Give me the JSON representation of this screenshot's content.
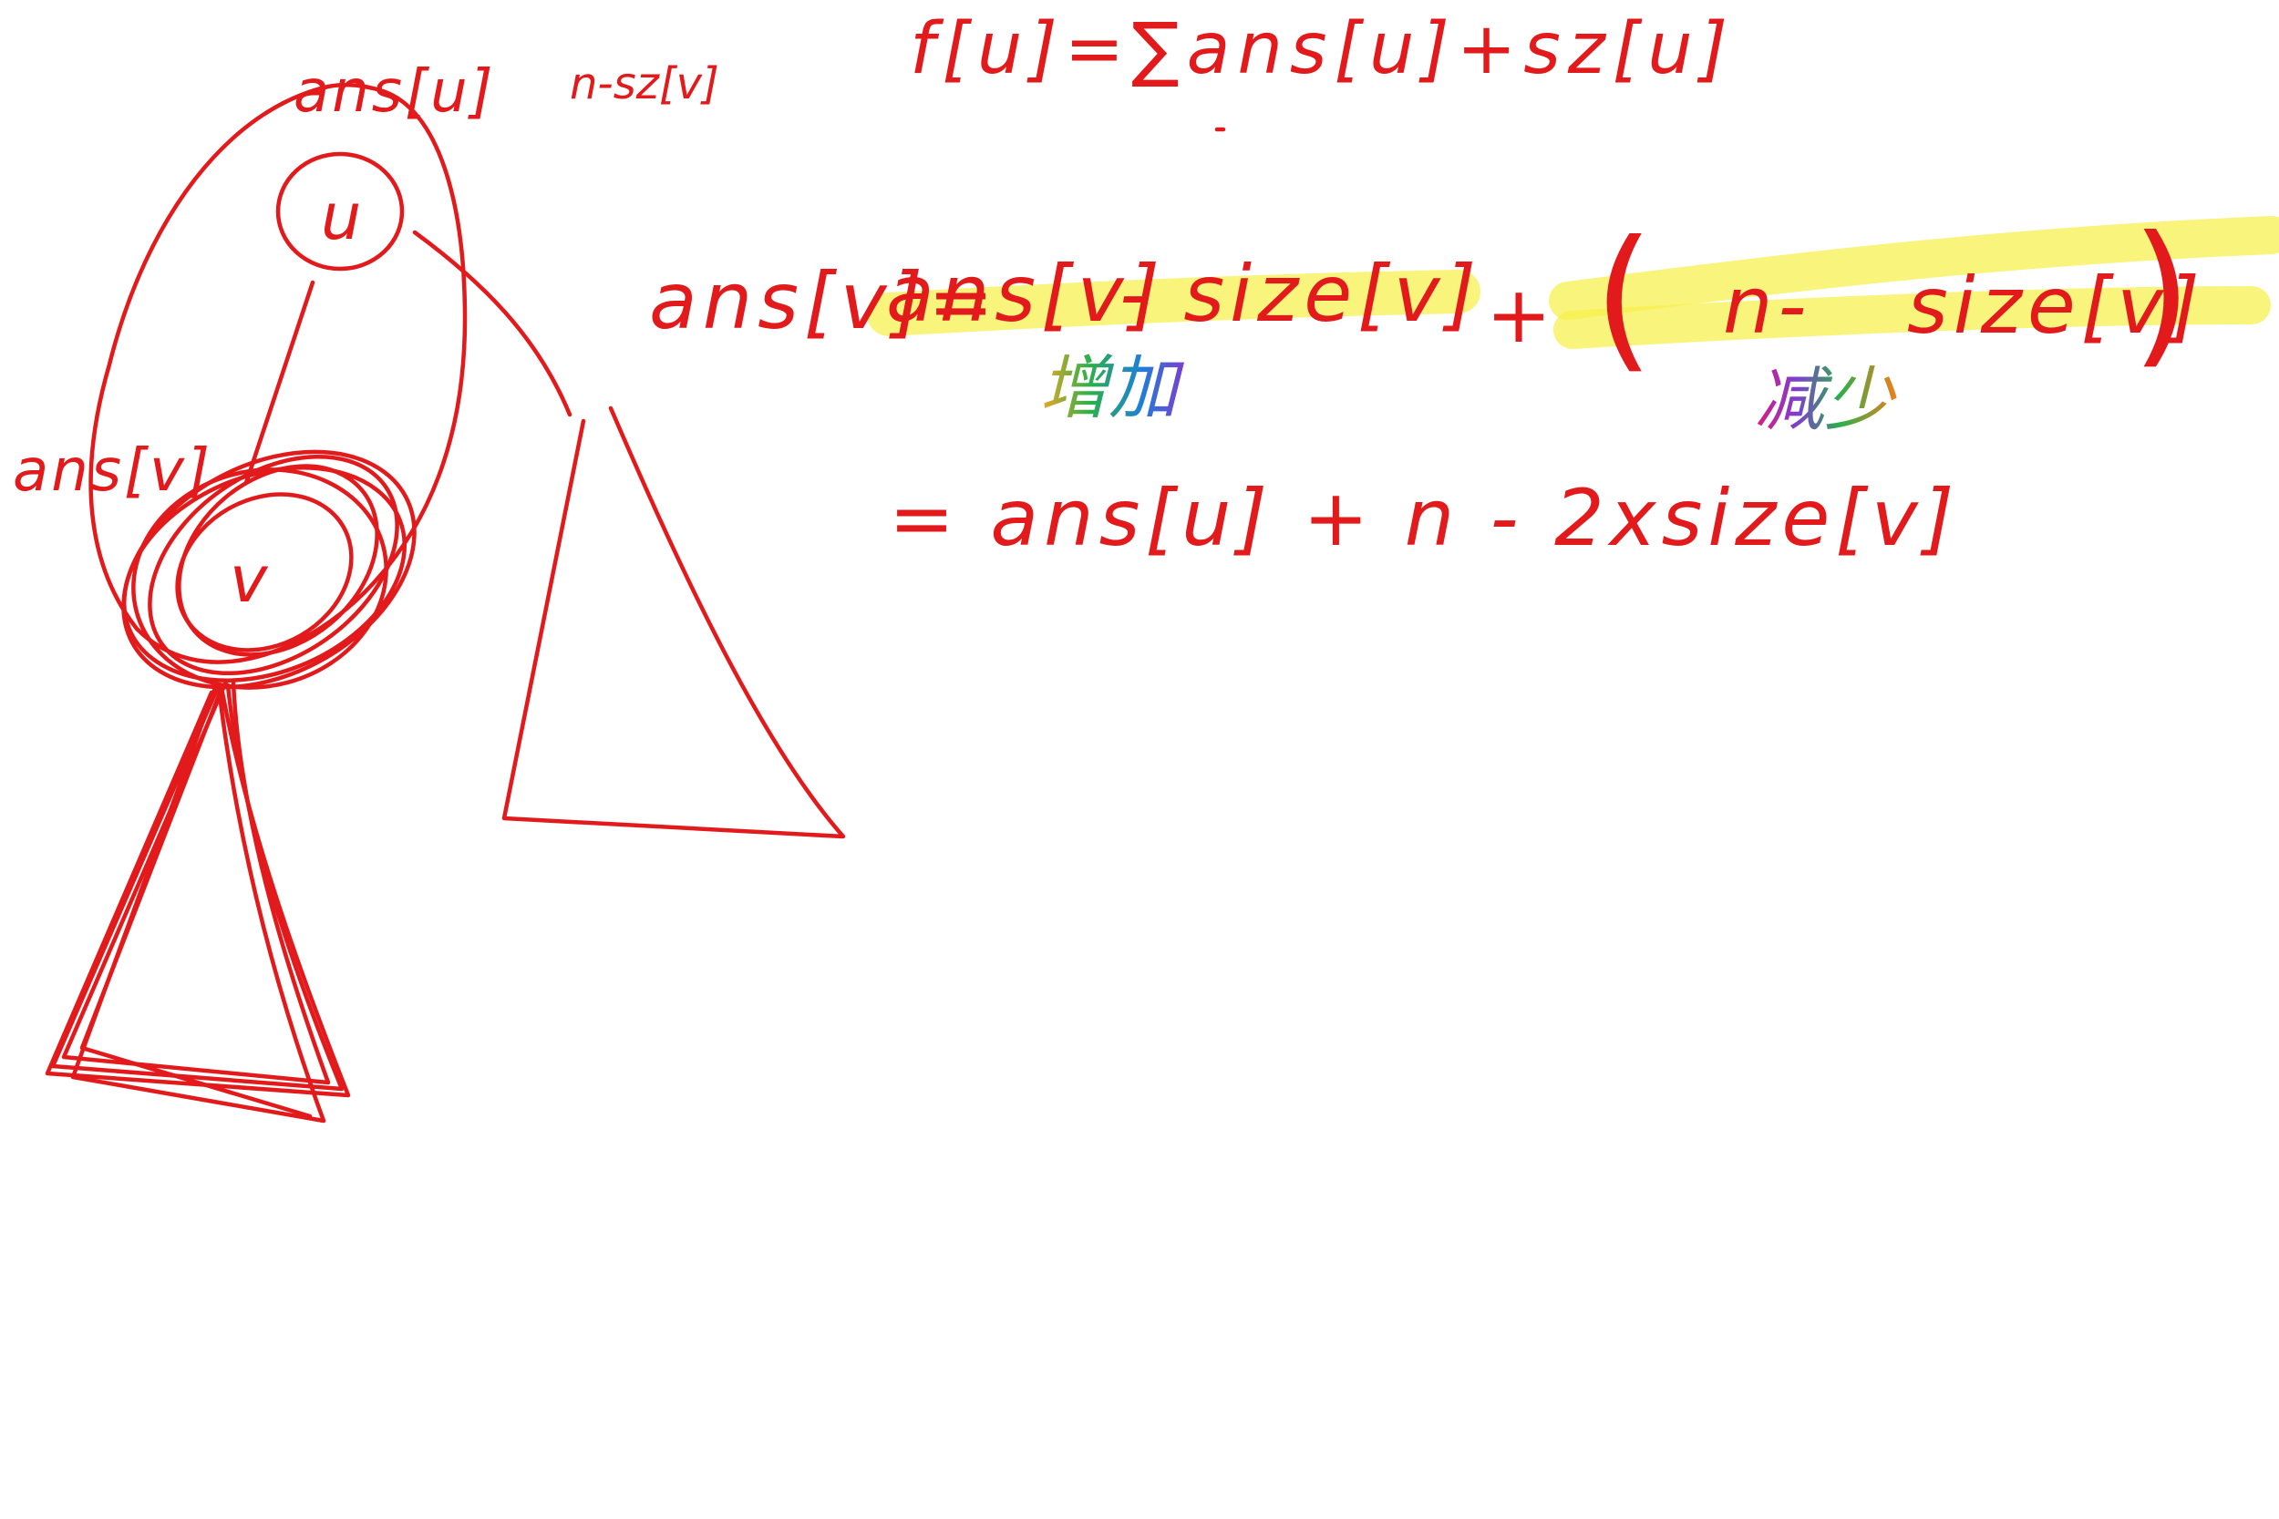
{
  "colors": {
    "ink": "#e31a1c",
    "highlight": "#f7f04a",
    "background": "#ffffff",
    "rainbow": [
      "#f5a623",
      "#2bb04a",
      "#7b3fd0",
      "#e0197d",
      "#f07e1a"
    ]
  },
  "top_formula": "f[u]=∑ans[u]+sz[u]",
  "tree": {
    "label_ans_u": "ans[u]",
    "label_n_minus_sz": "n-sz[v]",
    "label_ans_v": "ans[v]",
    "node_u": "u",
    "node_v": "v"
  },
  "equation": {
    "lhs": "ans[v]=",
    "term1": "ans[v]",
    "minus_size": "- size[v]",
    "plus": "+",
    "open_paren": "(",
    "term2": "n-",
    "term2_size": "size[v]",
    "close_paren": ")",
    "note_increase": "增加",
    "note_decrease": "减少"
  },
  "result": "= ans[u] + n - 2xsize[v]"
}
